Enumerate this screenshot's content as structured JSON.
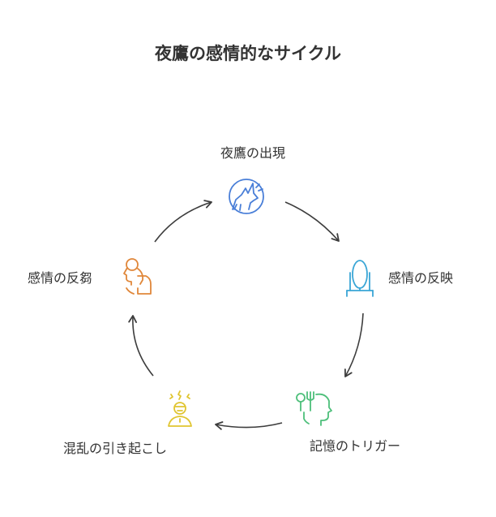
{
  "title": "夜鷹の感情的なサイクル",
  "nodes": [
    {
      "id": "appear",
      "label": "夜鷹の出現",
      "icon": "howling-wolf-icon",
      "color": "#4a7fd8"
    },
    {
      "id": "reflect",
      "label": "感情の反映",
      "icon": "mirror-icon",
      "color": "#3aa6d6"
    },
    {
      "id": "trigger",
      "label": "記憶のトリガー",
      "icon": "head-with-fork-icon",
      "color": "#4dbf7a"
    },
    {
      "id": "confusion",
      "label": "混乱の引き起こし",
      "icon": "stressed-person-icon",
      "color": "#e0c531"
    },
    {
      "id": "rumination",
      "label": "感情の反芻",
      "icon": "thinking-person-icon",
      "color": "#e0873a"
    }
  ],
  "colors": {
    "arrow": "#3d3d3d",
    "text": "#333333"
  }
}
